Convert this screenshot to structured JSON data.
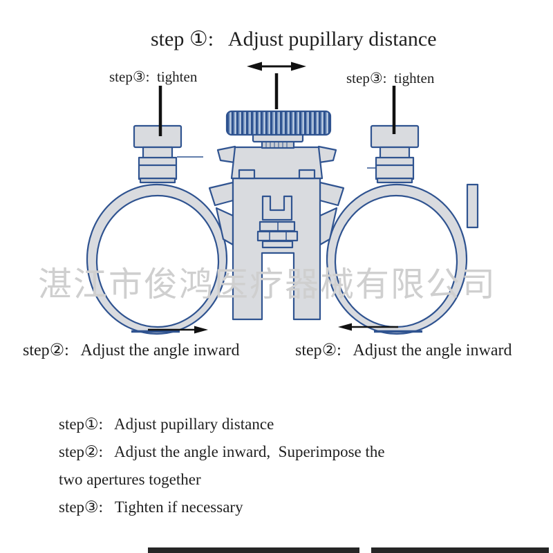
{
  "title": "step ①:   Adjust pupillary distance",
  "step3_left": "step③:  tighten",
  "step3_right": "step③:  tighten",
  "step2_left": "step②:   Adjust the angle inward",
  "step2_right": "step②:   Adjust the angle inward",
  "watermark": "湛江市俊鸿医疗器械有限公司",
  "legend": {
    "line1": "step①:   Adjust pupillary distance",
    "line2": "step②:   Adjust the angle inward,  Superimpose the",
    "line3": "two apertures together",
    "line4": "step③:   Tighten if necessary"
  },
  "colors": {
    "outline_navy": "#2f5390",
    "body_gray": "#d9dbdf",
    "shade_gray": "#c9cdd3",
    "wheel_blue": "#7e9bc4",
    "wheel_ridge": "#2f5390",
    "text_dark": "#1f1f1f",
    "watermark_gray": "#cfcfcf",
    "arrow_black": "#111111",
    "bottom_bar": "#262626"
  }
}
